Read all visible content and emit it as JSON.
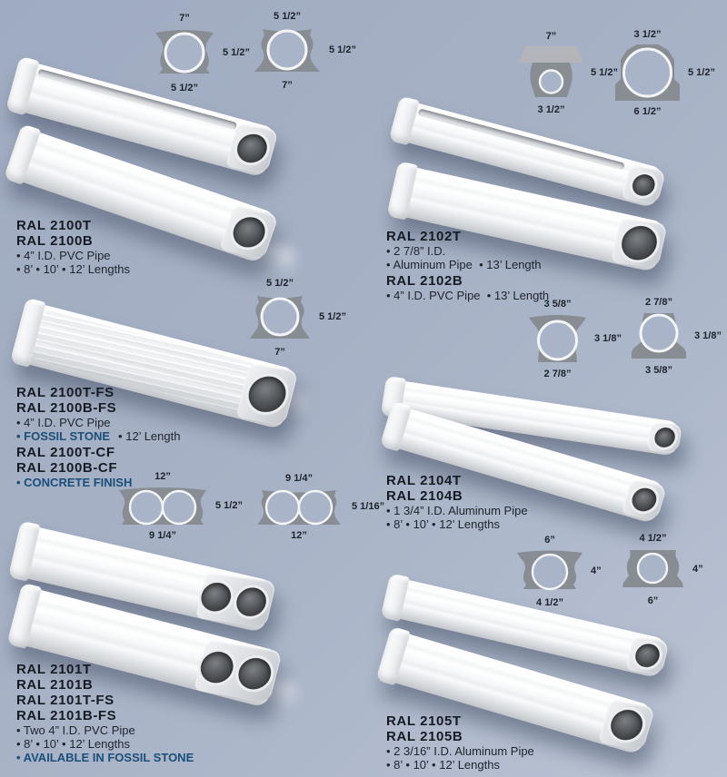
{
  "colors": {
    "background_top": "#9fabc1",
    "background_bottom": "#bac3d3",
    "diagram_gray": "#878d93",
    "diagram_cap_gray": "#b3b5ba",
    "pipe_bore_fill": "#a9b4c8",
    "pipe_ring_white": "#f3f5f7",
    "product_name_text": "#161b23",
    "feature_text": "#20252d",
    "accent_blue_text": "#1b4e79"
  },
  "diagrams": {
    "d2100t": {
      "top": "7”",
      "right": "5 1/2”",
      "bottom": "5 1/2”"
    },
    "d2100b": {
      "top": "5 1/2”",
      "right": "5 1/2”",
      "bottom": "7”"
    },
    "d2102t": {
      "top": "7”",
      "right": "5 1/2”",
      "bottom": "3 1/2”"
    },
    "d2102b": {
      "top": "3 1/2”",
      "right": "5 1/2”",
      "bottom": "6 1/2”"
    },
    "d2100fs": {
      "top": "5 1/2”",
      "right": "5 1/2”",
      "bottom": "7”"
    },
    "d2104t": {
      "top": "3 5/8”",
      "right": "3 1/8”",
      "bottom": "2 7/8”"
    },
    "d2104b": {
      "top": "2 7/8”",
      "right": "3 1/8”",
      "bottom": "3 5/8”"
    },
    "d2101t": {
      "top": "12”",
      "right": "5 1/2”",
      "bottom": "9 1/4”"
    },
    "d2101b": {
      "top": "9 1/4”",
      "right": "5 1/16”",
      "bottom": "12”"
    },
    "d2105t": {
      "top": "6”",
      "right": "4”",
      "bottom": "4 1/2”"
    },
    "d2105b": {
      "top": "4 1/2”",
      "right": "4”",
      "bottom": "6”"
    }
  },
  "blocks": {
    "b2100": {
      "n1": "RAL 2100T",
      "n2": "RAL 2100B",
      "f1": "• 4” I.D. PVC Pipe",
      "f2": "• 8’ • 10’ • 12’ Lengths"
    },
    "b2102": {
      "n1": "RAL 2102T",
      "f1": "• 2 7/8” I.D.",
      "f2": "• Aluminum Pipe  • 13’ Length",
      "n2": "RAL 2102B",
      "f3": "• 4” I.D. PVC Pipe  • 13’ Length"
    },
    "b2100fc": {
      "n1": "RAL 2100T-FS",
      "n2": "RAL 2100B-FS",
      "f1": "• 4” I.D. PVC Pipe",
      "f2a": "• FOSSIL STONE",
      "f2b": "• 12’ Length",
      "n3": "RAL 2100T-CF",
      "n4": "RAL 2100B-CF",
      "f3": "• CONCRETE FINISH"
    },
    "b2104": {
      "n1": "RAL 2104T",
      "n2": "RAL 2104B",
      "f1": "• 1 3/4” I.D. Aluminum Pipe",
      "f2": "• 8’ • 10’ • 12’ Lengths"
    },
    "b2101": {
      "n1": "RAL 2101T",
      "n2": "RAL 2101B",
      "n3": "RAL 2101T-FS",
      "n4": "RAL 2101B-FS",
      "f1": "• Two 4” I.D. PVC Pipe",
      "f2": "• 8’ • 10’ • 12’ Lengths",
      "f3": "• AVAILABLE IN FOSSIL STONE"
    },
    "b2105": {
      "n1": "RAL 2105T",
      "n2": "RAL 2105B",
      "f1": "• 2 3/16” I.D. Aluminum Pipe",
      "f2": "• 8’ • 10’ • 12’ Lengths"
    }
  }
}
